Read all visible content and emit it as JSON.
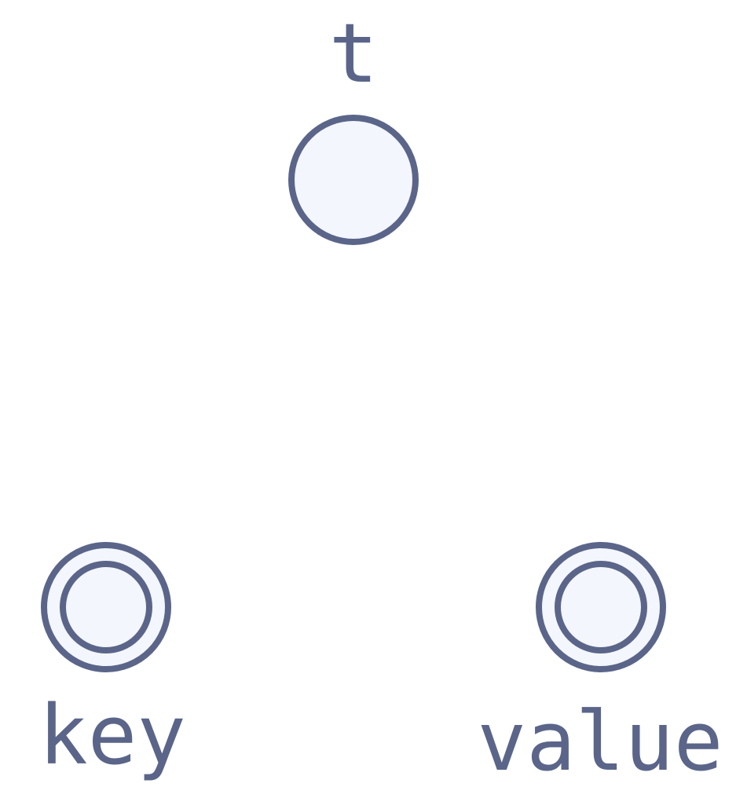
{
  "diagram": {
    "colors": {
      "stroke": "#5a6589",
      "fill": "#f3f6fd",
      "background": "#ffffff"
    },
    "nodes": [
      {
        "id": "t",
        "label": "t",
        "shape": "circle"
      },
      {
        "id": "key",
        "label": "key",
        "shape": "double-circle"
      },
      {
        "id": "value",
        "label": "value",
        "shape": "double-circle"
      }
    ],
    "edges": []
  }
}
